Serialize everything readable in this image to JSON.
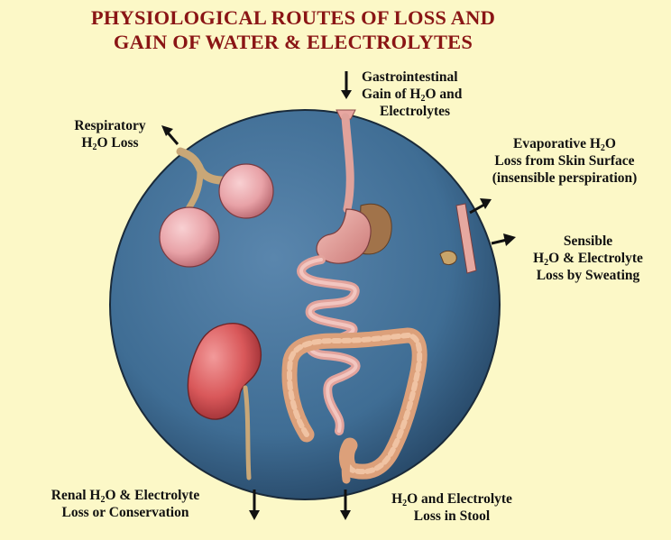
{
  "title": {
    "line1": "PHYSIOLOGICAL ROUTES OF LOSS AND",
    "line2": "GAIN OF WATER & ELECTROLYTES"
  },
  "labels": {
    "gastrointestinal": {
      "line1": "Gastrointestinal",
      "line2_pre": "Gain of H",
      "line2_sub": "2",
      "line2_post": "O and",
      "line3": "Electrolytes"
    },
    "respiratory": {
      "line1": "Respiratory",
      "line2_pre": "H",
      "line2_sub": "2",
      "line2_post": "O Loss"
    },
    "evaporative": {
      "line1_pre": "Evaporative H",
      "line1_sub": "2",
      "line1_post": "O",
      "line2": "Loss from Skin Surface",
      "line3": "(insensible perspiration)"
    },
    "sensible": {
      "line1": "Sensible",
      "line2_pre": "H",
      "line2_sub": "2",
      "line2_post": "O & Electrolyte",
      "line3": "Loss by Sweating"
    },
    "renal": {
      "line1_pre": "Renal H",
      "line1_sub": "2",
      "line1_post": "O & Electrolyte",
      "line2": "Loss or Conservation"
    },
    "stool": {
      "line1_pre": "H",
      "line1_sub": "2",
      "line1_post": "O and Electrolyte",
      "line2": "Loss in Stool"
    }
  },
  "colors": {
    "background": "#fcf8c7",
    "title": "#8a1515",
    "circle": "#3f6d94",
    "lung": "#e8a9ad",
    "gut": "#e8a7a1",
    "kidney": "#d95a5c",
    "colon": "#e2a47e"
  },
  "icons": [
    "arrow-up-left",
    "arrow-down",
    "arrow-right"
  ]
}
